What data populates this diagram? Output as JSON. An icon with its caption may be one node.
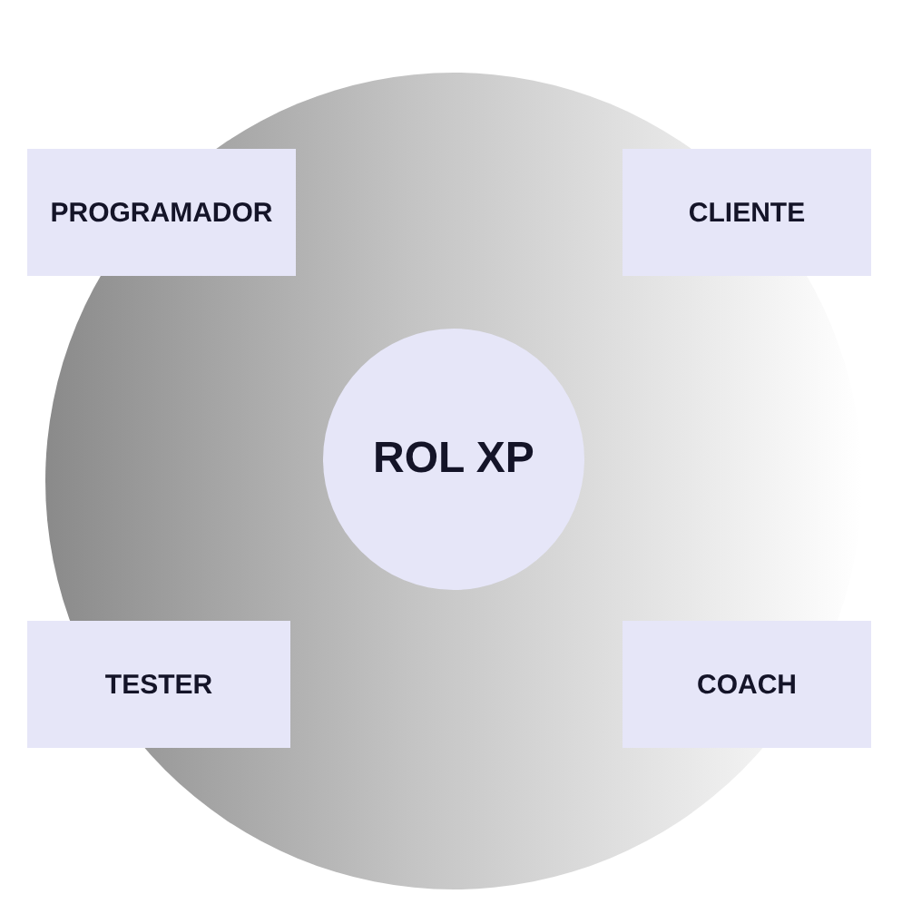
{
  "diagram": {
    "nodes": [
      {
        "text": [
          "PROGRAMADOR"
        ]
      },
      {
        "text": [
          "CLIENTE"
        ]
      },
      {
        "text": [
          "ROL XP"
        ]
      },
      {
        "text": [
          "TESTER"
        ]
      },
      {
        "text": [
          "COACH"
        ]
      }
    ],
    "edges": []
  }
}
